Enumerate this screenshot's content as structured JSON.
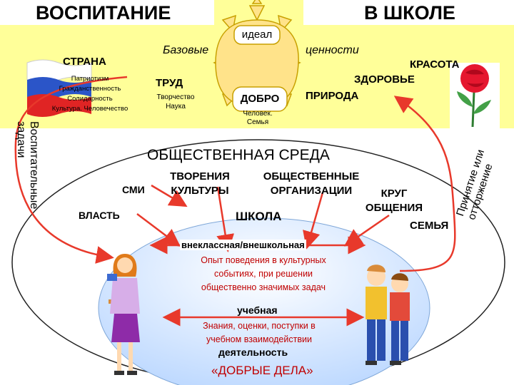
{
  "header": {
    "title_left": "ВОСПИТАНИЕ",
    "title_right": "В ШКОЛЕ"
  },
  "sun": {
    "ideal": "идеал",
    "base": "Базовые",
    "values": "ценности",
    "good": "ДОБРО",
    "good_sub": "Человек.\nСемья"
  },
  "values": {
    "country": "СТРАНА",
    "country_items": [
      "Патриотизм",
      "Гражданственность",
      "Солидарность",
      "Культура. Человечество"
    ],
    "labor": "ТРУД",
    "labor_sub": "Творчество\nНаука",
    "beauty": "КРАСОТА",
    "health": "ЗДОРОВЬЕ",
    "nature": "ПРИРОДА"
  },
  "side_labels": {
    "left": "Воспитательные\nзадачи",
    "right": "Принятие или\nотторжение"
  },
  "environment": {
    "title": "ОБЩЕСТВЕННАЯ СРЕДА",
    "media": "СМИ",
    "culture": "ТВОРЕНИЯ\nКУЛЬТУРЫ",
    "organizations": "ОБЩЕСТВЕННЫЕ\nОРГАНИЗАЦИИ",
    "circle": "КРУГ\nОБЩЕНИЯ",
    "power": "ВЛАСТЬ",
    "school": "ШКОЛА",
    "family": "СЕМЬЯ"
  },
  "school_area": {
    "extracurricular": "внеклассная/внешкольная",
    "experience": "Опыт поведения в культурных\nсобытиях, при решении\nобщественно значимых задач",
    "academic": "учебная",
    "knowledge": "Знания, оценки, поступки в\nучебном взаимодействии",
    "activity": "деятельность",
    "good_deeds": "«ДОБРЫЕ ДЕЛА»"
  },
  "colors": {
    "band": "#ffff99",
    "sun": "#ffe38a",
    "sun_stroke": "#c8a000",
    "arrow": "#e8392b",
    "oval_blue": "#dcecff",
    "text_red": "#c00000"
  }
}
